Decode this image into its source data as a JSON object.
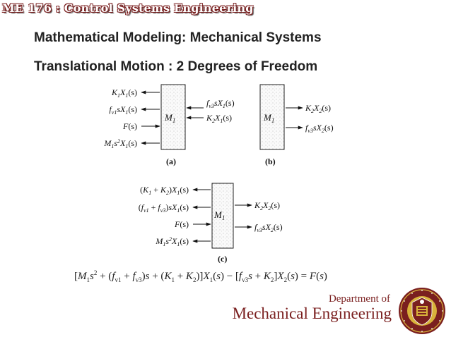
{
  "header": {
    "course_title": "ME 176 : Control Systems Engineering"
  },
  "slide": {
    "title_bold": "Mathematical Modeling:",
    "title_rest": " Mechanical Systems",
    "subtitle": "Translational Motion : 2 Degrees of Freedom"
  },
  "figure": {
    "a": {
      "label": "(a)",
      "block": "M1",
      "left_forces": [
        "K1X1(s)",
        "fv1sX1(s)",
        "F(s)",
        "M1s2X1(s)"
      ],
      "right_forces": [
        "fv3sX1(s)",
        "K2X1(s)"
      ]
    },
    "b": {
      "label": "(b)",
      "block": "M1",
      "right_forces": [
        "K2X2(s)",
        "fv3sX2(s)"
      ]
    },
    "c": {
      "label": "(c)",
      "block": "M1",
      "left_forces": [
        "(K1 + K2)X1(s)",
        "(fv1 + fv3)sX1(s)",
        "F(s)",
        "M1s2X1(s)"
      ],
      "right_forces": [
        "K2X2(s)",
        "fv3sX2(s)"
      ]
    }
  },
  "equation": "[M1s2 + (fv1 + fv3)s + (K1 + K2)]X1(s) − [fv3s + K2]X2(s) = F(s)",
  "footer": {
    "department_label": "Department of",
    "department_name": "Mechanical Engineering",
    "seal_icon": "university-seal-icon"
  },
  "colors": {
    "maroon": "#7a1f1f",
    "gold": "#d9b23a",
    "text": "#222222"
  }
}
